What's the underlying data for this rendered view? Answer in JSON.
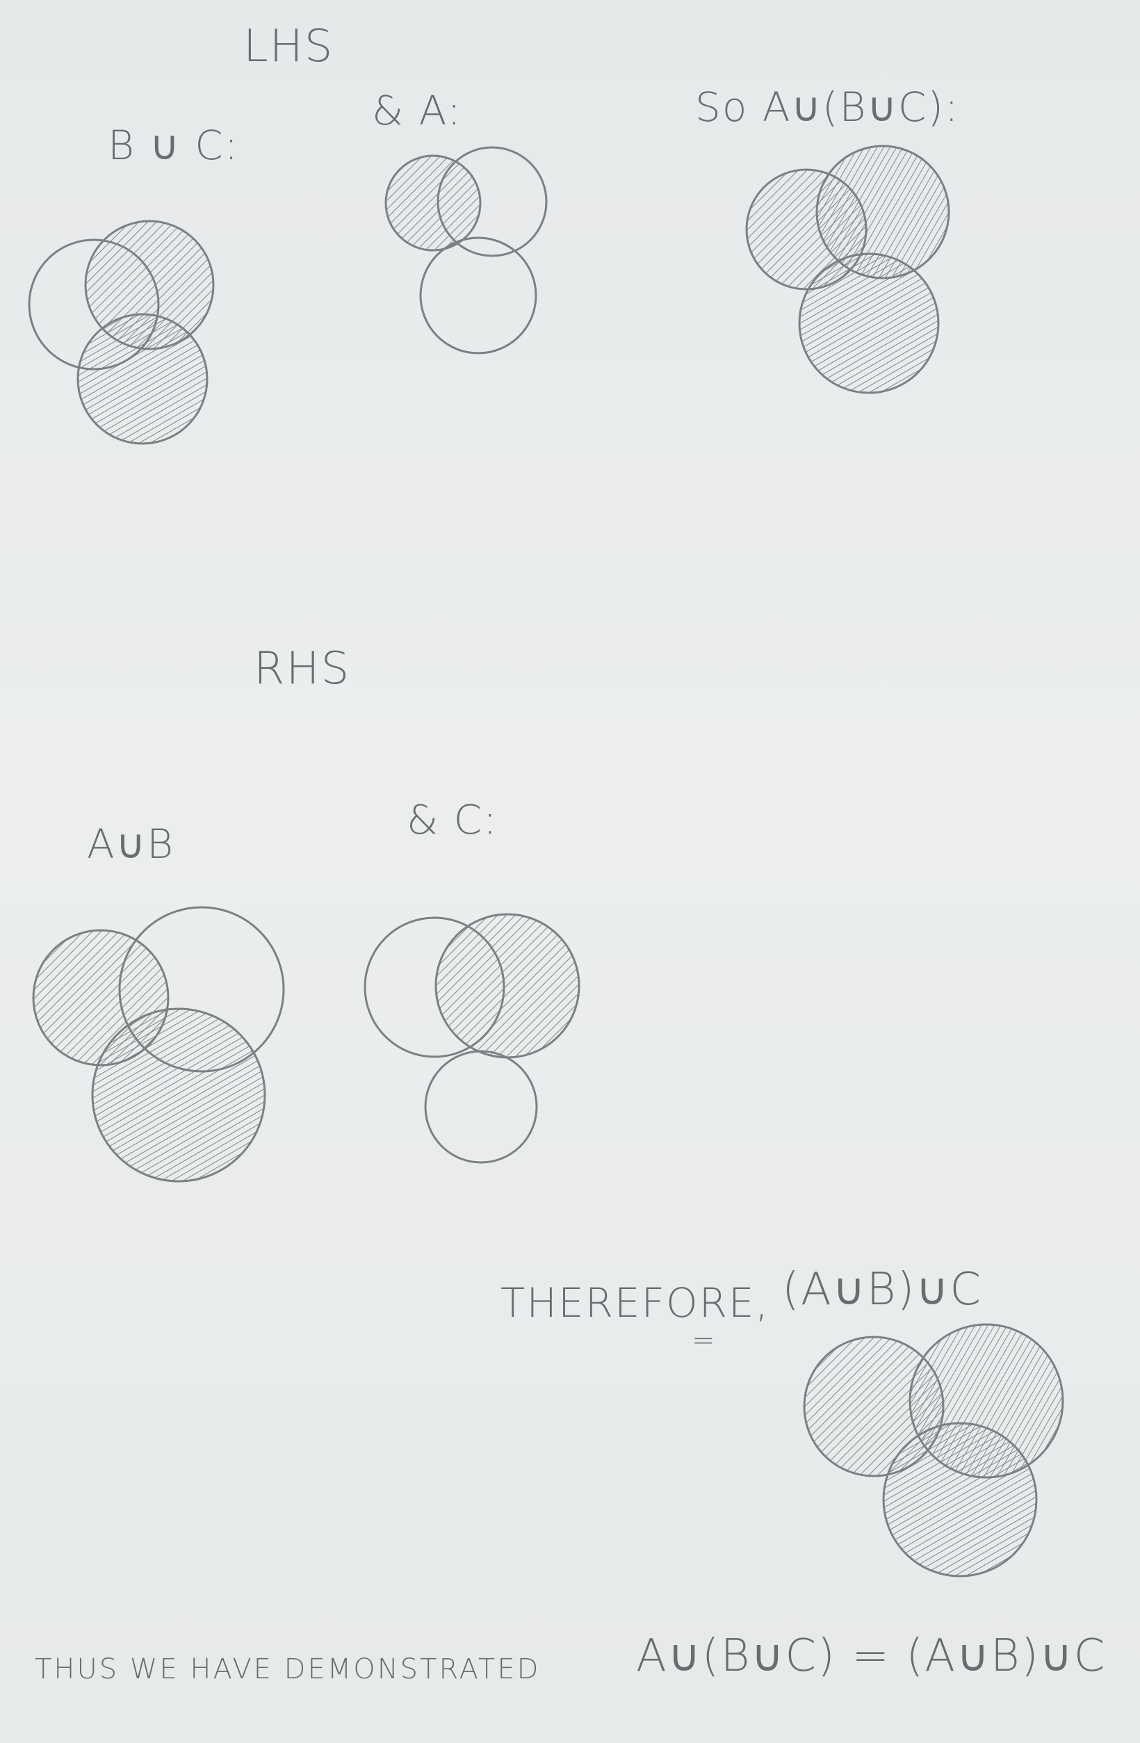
{
  "lhs": {
    "heading": "LHS",
    "b_union_c": "B ∪ C:",
    "and_a": "& A:",
    "so_result": "So  A∪(B∪C):"
  },
  "rhs": {
    "heading": "RHS",
    "a_union_b": "A∪B",
    "and_c": "& C:"
  },
  "therefore": {
    "label": "THEREFORE,",
    "expression": "(A∪B)∪C",
    "equals": "="
  },
  "conclusion": {
    "text": "THUS WE  HAVE DEMONSTRATED",
    "equation": "A∪(B∪C) = (A∪B)∪C"
  },
  "colors": {
    "pencil": "#7d8083",
    "paper": "#e9ecec"
  }
}
